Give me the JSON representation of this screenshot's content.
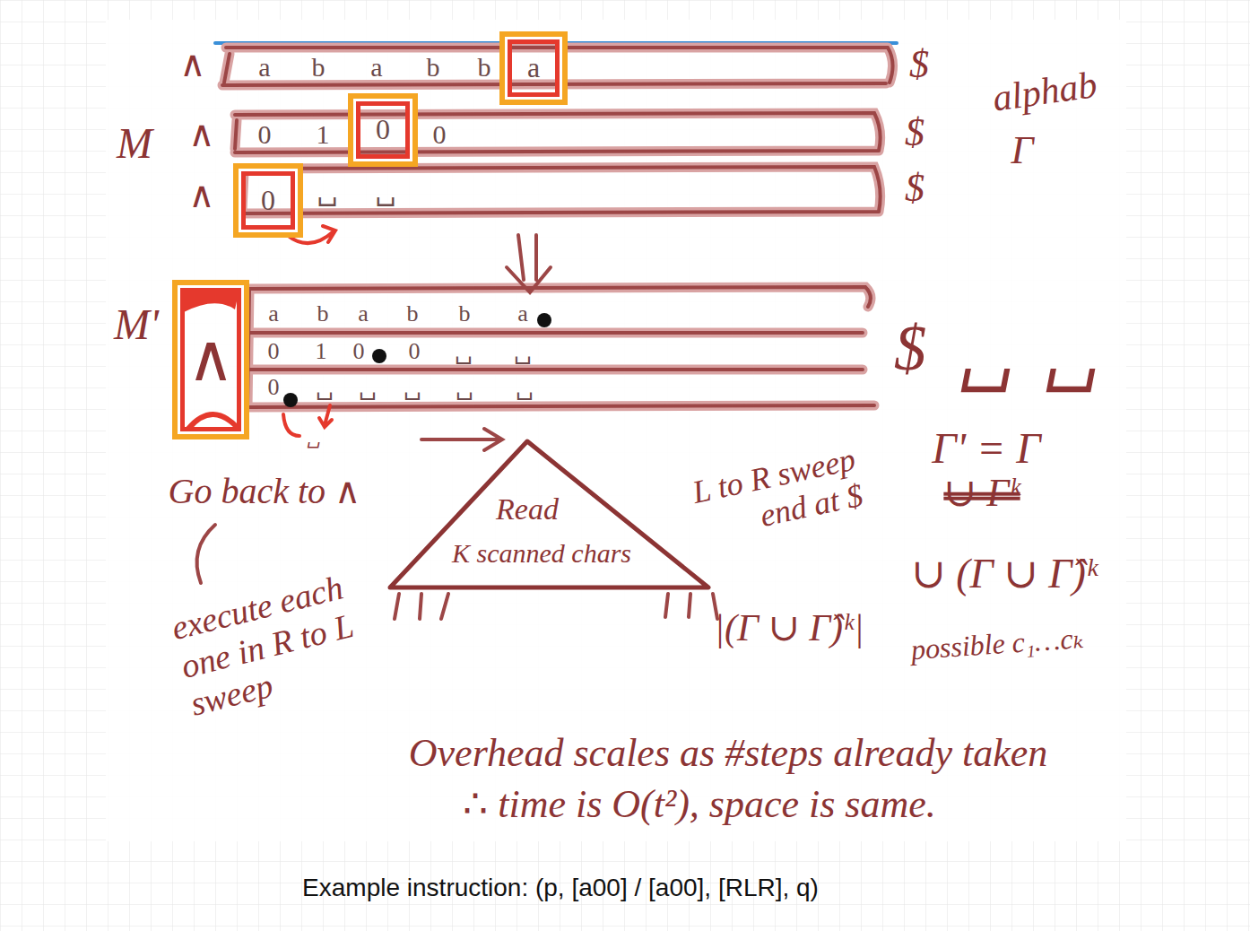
{
  "diagram": {
    "caption": "Example instruction: (p, [a00] / [a00], [RLR], q)",
    "nodes": [
      {
        "text": [
          "a",
          "b",
          "a",
          "b",
          "b"
        ]
      },
      {
        "text": [
          "a"
        ],
        "in": 0
      },
      {
        "text": [
          "0",
          "1",
          "0"
        ]
      },
      {
        "text": [
          "0"
        ],
        "in": 2
      },
      {
        "text": [
          "␣",
          "␣"
        ]
      },
      {
        "text": [
          "0"
        ],
        "in": 4
      },
      {
        "text": [
          "∧"
        ]
      },
      {
        "text": [
          "a",
          "b",
          "a",
          "b",
          "b",
          "a",
          "0",
          "1",
          "0",
          "0",
          "␣",
          "␣",
          "0",
          "␣",
          "␣",
          "␣",
          "␣",
          "␣"
        ]
      },
      {
        "text": [
          "Read",
          "K scanned chars"
        ]
      }
    ],
    "labels": [
      "∧",
      "M",
      "∧",
      "∧",
      "$",
      "$",
      "$",
      "alphab",
      "Γ",
      "M'",
      "$",
      "␣",
      "␣",
      "␣",
      "Go back to ∧",
      "execute each one in R to L sweep",
      "L to R sweep end at $",
      "Γ' = Γ",
      "∪ Γᵏ",
      "∪ (Γ ∪ Γ̂)ᵏ",
      "|(Γ ∪ Γ̂)ᵏ|",
      "possible c₁…cₖ",
      "Overhead scales as #steps already taken",
      "∴ time is O(t²), space is same."
    ]
  }
}
